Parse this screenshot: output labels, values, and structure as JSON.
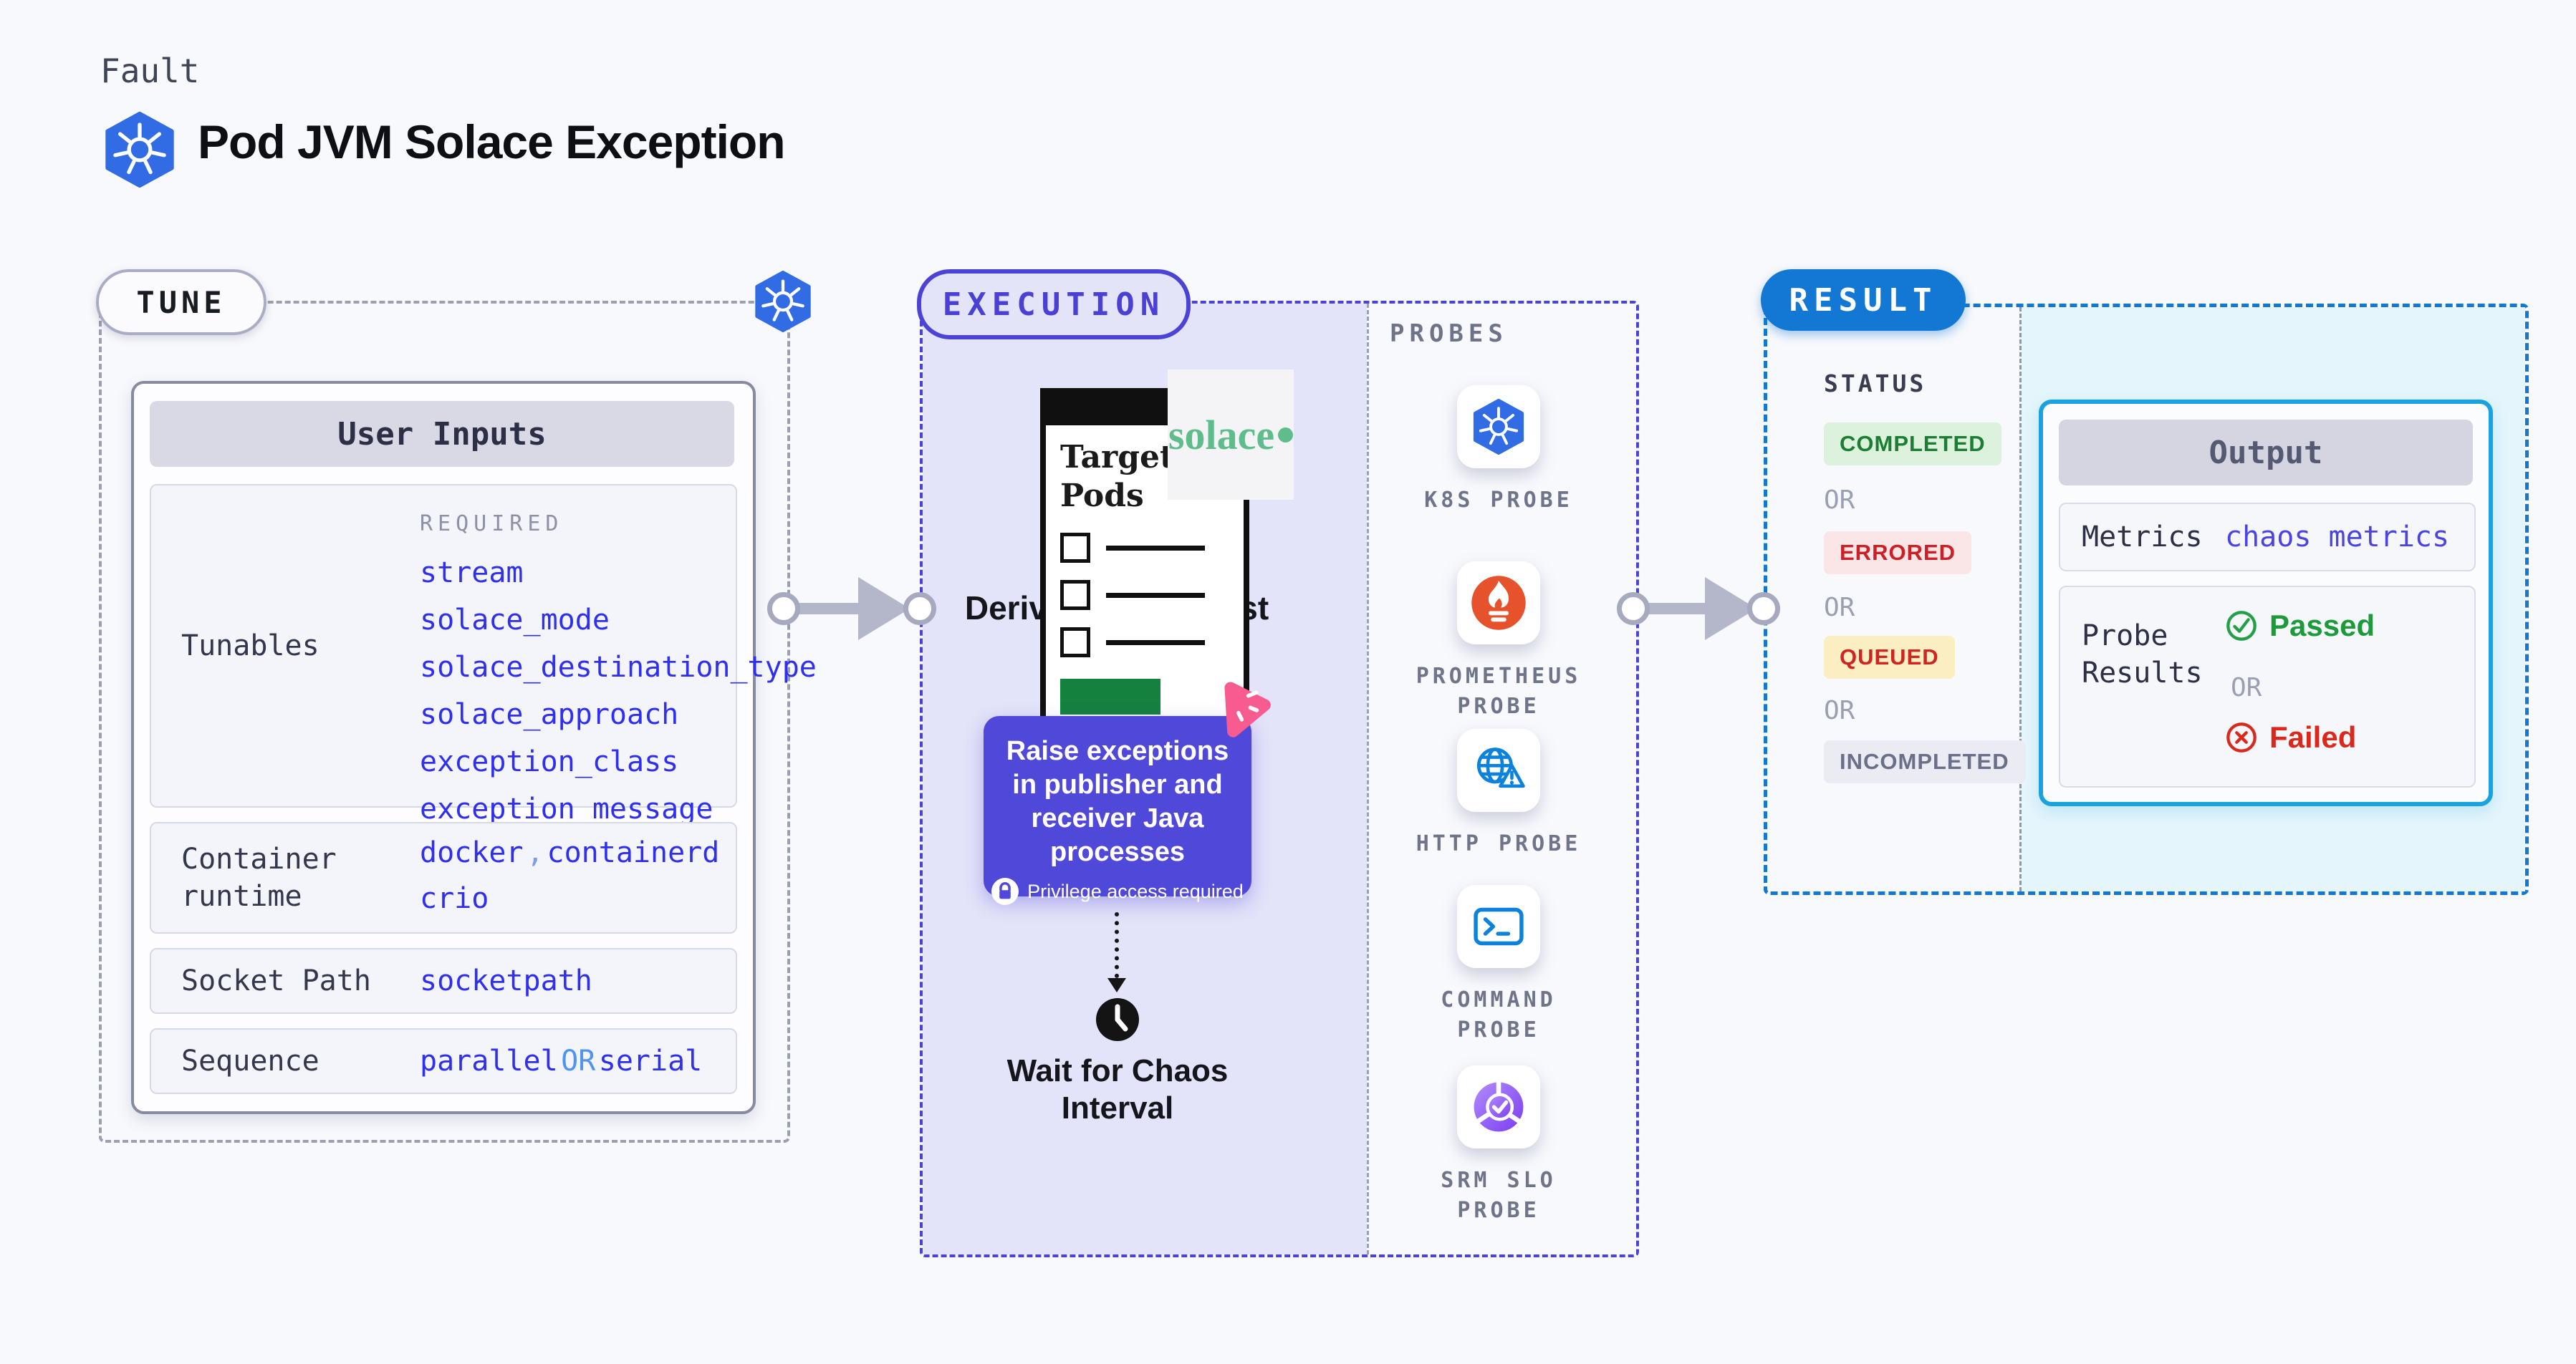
{
  "colors": {
    "page_background": "#f8f9fd",
    "kubernetes_blue": "#326ce5",
    "tune_border_gray": "#9aa0b0",
    "execution_indigo": "#4a43d6",
    "execution_fill_lavender": "#e3e3f9",
    "action_purple": "#5048d8",
    "chaos_pink": "#f75b90",
    "result_blue": "#1377d4",
    "result_fill_cyan": "#e4f5fc",
    "output_border_cyan": "#18a3de",
    "tunable_value_blue": "#2f2ff2",
    "success_green": "#1d9b3b",
    "error_red": "#da291c",
    "solace_green": "#5fbd8b",
    "prometheus_orange": "#e6522c",
    "completed_badge": "#1b7e33",
    "errored_badge": "#cd2026",
    "queued_badge": "#cf2422",
    "incompleted_badge": "#6b6f88"
  },
  "header": {
    "eyebrow": "Fault",
    "icon": "kubernetes-icon",
    "title": "Pod JVM Solace Exception"
  },
  "tune": {
    "badge": "TUNE",
    "user_inputs": {
      "title": "User Inputs",
      "tunables": {
        "label": "Tunables",
        "required_label": "REQUIRED",
        "items": [
          "stream",
          "solace_mode",
          "solace_destination_type",
          "solace_approach",
          "exception_class",
          "exception_message"
        ]
      },
      "container_runtime": {
        "label_line1": "Container",
        "label_line2": "runtime",
        "value_a": "docker",
        "comma": ",",
        "value_b": "containerd",
        "value_c": "crio"
      },
      "socket_path": {
        "label": "Socket Path",
        "value": "socketpath"
      },
      "sequence": {
        "label": "Sequence",
        "value_a": "parallel",
        "or": "OR",
        "value_b": "serial"
      }
    }
  },
  "execution": {
    "badge": "EXECUTION",
    "pod_list": {
      "window_title_line1": "Target",
      "window_title_line2": "Pods",
      "solace_logo": "solace",
      "caption": "Derive final pod list"
    },
    "action": {
      "text": "Raise exceptions in publisher and receiver Java processes",
      "privilege_note": "Privilege access required"
    },
    "wait": {
      "caption_line1": "Wait for Chaos",
      "caption_line2": "Interval"
    },
    "probes": {
      "label": "PROBES",
      "items": [
        {
          "icon": "kubernetes-icon",
          "line1": "K8S PROBE",
          "line2": ""
        },
        {
          "icon": "prometheus-icon",
          "line1": "PROMETHEUS",
          "line2": "PROBE"
        },
        {
          "icon": "globe-warning-icon",
          "line1": "HTTP PROBE",
          "line2": ""
        },
        {
          "icon": "terminal-icon",
          "line1": "COMMAND",
          "line2": "PROBE"
        },
        {
          "icon": "slo-gauge-icon",
          "line1": "SRM SLO",
          "line2": "PROBE"
        }
      ]
    }
  },
  "result": {
    "badge": "RESULT",
    "status": {
      "label": "STATUS",
      "or": "OR",
      "badges": [
        {
          "text": "COMPLETED",
          "fg": "#1b7e33",
          "bg": "#dcf2dd"
        },
        {
          "text": "ERRORED",
          "fg": "#cd2026",
          "bg": "#fbe6e7"
        },
        {
          "text": "QUEUED",
          "fg": "#cf2422",
          "bg": "#fbeec2"
        },
        {
          "text": "INCOMPLETED",
          "fg": "#6b6f88",
          "bg": "#eaebf3"
        }
      ]
    },
    "output": {
      "title": "Output",
      "metrics": {
        "label": "Metrics",
        "value": "chaos metrics"
      },
      "probe_results": {
        "label_line1": "Probe",
        "label_line2": "Results",
        "passed": "Passed",
        "or": "OR",
        "failed": "Failed"
      }
    }
  }
}
